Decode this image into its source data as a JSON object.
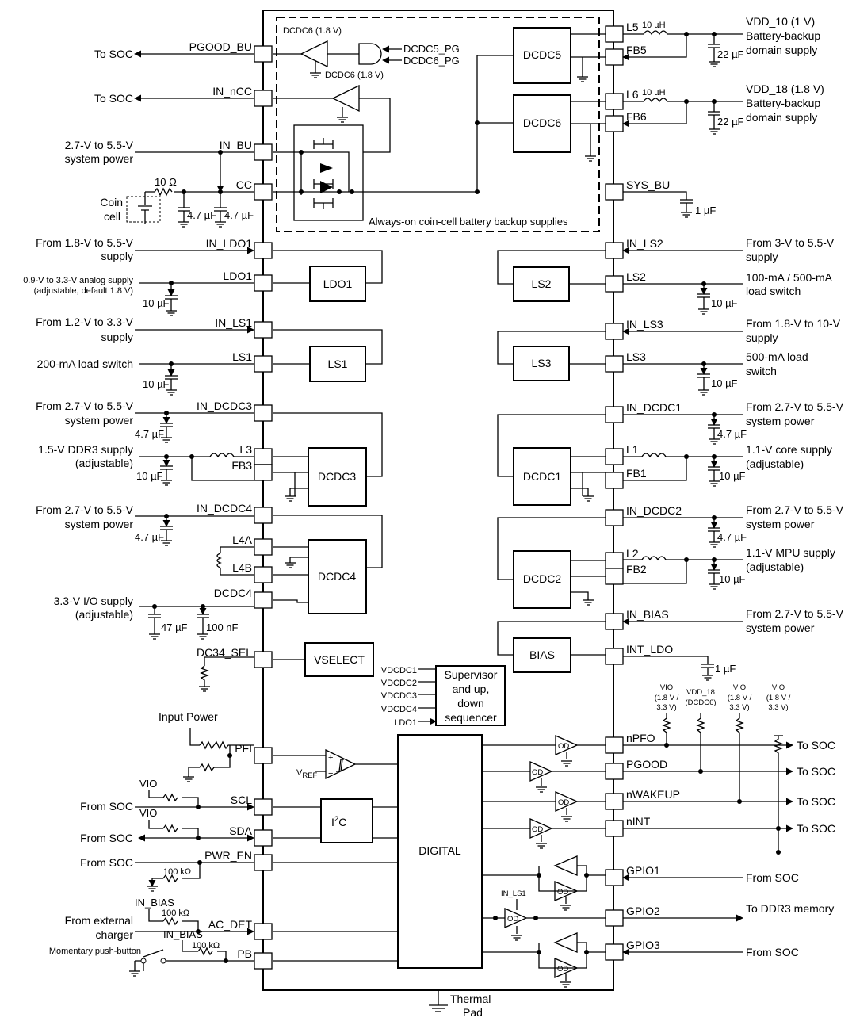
{
  "blocks": {
    "dcdc5": "DCDC5",
    "dcdc6": "DCDC6",
    "ldo1": "LDO1",
    "ls1": "LS1",
    "ls2": "LS2",
    "ls3": "LS3",
    "dcdc3": "DCDC3",
    "dcdc4": "DCDC4",
    "dcdc1": "DCDC1",
    "dcdc2": "DCDC2",
    "bias": "BIAS",
    "vselect": "VSELECT",
    "i2c": "I",
    "i2c_sup": "2",
    "i2c_tail": "C",
    "digital": "DIGITAL",
    "supervisor": [
      "Supervisor",
      "and up,",
      "down",
      "sequencer"
    ],
    "backup_caption": "Always-on coin-cell battery backup supplies",
    "thermal": [
      "Thermal",
      "Pad"
    ]
  },
  "backup": {
    "dcdc6_a": "DCDC6 (1.8 V)",
    "dcdc6_b": "DCDC6 (1.8 V)",
    "dcdc5_pg": "DCDC5_PG",
    "dcdc6_pg": "DCDC6_PG"
  },
  "left_pins": [
    "PGOOD_BU",
    "IN_nCC",
    "IN_BU",
    "CC",
    "IN_LDO1",
    "LDO1",
    "IN_LS1",
    "LS1",
    "IN_DCDC3",
    "L3",
    "FB3",
    "IN_DCDC4",
    "L4A",
    "L4B",
    "DCDC4",
    "DC34_SEL",
    "PFI",
    "SCL",
    "SDA",
    "PWR_EN",
    "AC_DET",
    "PB"
  ],
  "right_pins": [
    "L5",
    "FB5",
    "L6",
    "FB6",
    "SYS_BU",
    "IN_LS2",
    "LS2",
    "IN_LS3",
    "LS3",
    "IN_DCDC1",
    "L1",
    "FB1",
    "IN_DCDC2",
    "L2",
    "FB2",
    "IN_BIAS",
    "INT_LDO",
    "nPFO",
    "PGOOD",
    "nWAKEUP",
    "nINT",
    "GPIO1",
    "GPIO2",
    "GPIO3"
  ],
  "left_text": {
    "to_soc_1": "To SOC",
    "to_soc_2": "To SOC",
    "sys_power_a": "2.7-V to 5.5-V",
    "sys_power_b": "system power",
    "coin_a": "Coin",
    "coin_b": "cell",
    "r10": "10 Ω",
    "c47a": "4.7 µF",
    "c47b": "4.7 µF",
    "ldo1_in_a": "From 1.8-V to 5.5-V",
    "ldo1_in_b": "supply",
    "ldo1_out_a": "0.9-V to 3.3-V analog supply",
    "ldo1_out_b": "(adjustable, default 1.8 V)",
    "c10_ldo1": "10 µF",
    "ls1_in_a": "From 1.2-V to 3.3-V",
    "ls1_in_b": "supply",
    "ls1_out": "200-mA load switch",
    "c10_ls1": "10 µF",
    "dcdc3_in_a": "From 2.7-V to 5.5-V",
    "dcdc3_in_b": "system power",
    "c47_dcdc3": "4.7 µF",
    "ddr3_a": "1.5-V DDR3 supply",
    "ddr3_b": "(adjustable)",
    "c10_ddr3": "10 µF",
    "dcdc4_in_a": "From 2.7-V to 5.5-V",
    "dcdc4_in_b": "system power",
    "c47_dcdc4": "4.7 µF",
    "io_a": "3.3-V I/O supply",
    "io_b": "(adjustable)",
    "c47u": "47 µF",
    "c100n": "100 nF",
    "input_power": "Input Power",
    "vref": "V",
    "vref_sub": "REF",
    "vio_1": "VIO",
    "vio_2": "VIO",
    "from_soc_scl": "From SOC",
    "from_soc_sda": "From SOC",
    "from_soc_pwr": "From SOC",
    "r100k_a": "100 kΩ",
    "in_bias_a": "IN_BIAS",
    "r100k_b": "100 kΩ",
    "ext_a": "From external",
    "ext_b": "charger",
    "in_bias_b": "IN_BIAS",
    "r100k_c": "100 kΩ",
    "pushbutton": "Momentary push-button"
  },
  "right_text": {
    "l5_ind": "10 µH",
    "vdd10_a": "VDD_10 (1 V)",
    "vdd10_b": "Battery-backup",
    "vdd10_c": "domain supply",
    "c22a": "22 µF",
    "l6_ind": "10 µH",
    "vdd18_a": "VDD_18 (1.8 V)",
    "vdd18_b": "Battery-backup",
    "vdd18_c": "domain supply",
    "c22b": "22 µF",
    "c1u_sys": "1 µF",
    "ls2_in_a": "From 3-V to 5.5-V",
    "ls2_in_b": "supply",
    "ls2_out_a": "100-mA / 500-mA",
    "ls2_out_b": "load switch",
    "c10_ls2": "10 µF",
    "ls3_in_a": "From 1.8-V to 10-V",
    "ls3_in_b": "supply",
    "ls3_out_a": "500-mA load",
    "ls3_out_b": "switch",
    "c10_ls3": "10 µF",
    "dcdc1_in_a": "From 2.7-V to 5.5-V",
    "dcdc1_in_b": "system power",
    "c47_dcdc1": "4.7 µF",
    "core_a": "1.1-V core supply",
    "core_b": "(adjustable)",
    "c10_core": "10 µF",
    "dcdc2_in_a": "From 2.7-V to 5.5-V",
    "dcdc2_in_b": "system power",
    "c47_dcdc2": "4.7 µF",
    "mpu_a": "1.1-V MPU supply",
    "mpu_b": "(adjustable)",
    "c10_mpu": "10 µF",
    "bias_in_a": "From 2.7-V to 5.5-V",
    "bias_in_b": "system power",
    "c1u_int": "1 µF",
    "vio_a": [
      "VIO",
      "(1.8 V /",
      "3.3 V)"
    ],
    "vdd18_pu": [
      "VDD_18",
      "(DCDC6)"
    ],
    "vio_b": [
      "VIO",
      "(1.8 V /",
      "3.3 V)"
    ],
    "vio_c": [
      "VIO",
      "(1.8 V /",
      "3.3 V)"
    ],
    "to_soc_npfo": "To SOC",
    "to_soc_pgood": "To SOC",
    "to_soc_nwakeup": "To SOC",
    "to_soc_nint": "To SOC",
    "gpio1_src": "From SOC",
    "in_ls1": "IN_LS1",
    "gpio2_dst": "To DDR3 memory",
    "gpio3_src": "From SOC",
    "od": "OD"
  },
  "sequencer_inputs": [
    "VDCDC1",
    "VDCDC2",
    "VDCDC3",
    "VDCDC4",
    "LDO1"
  ]
}
